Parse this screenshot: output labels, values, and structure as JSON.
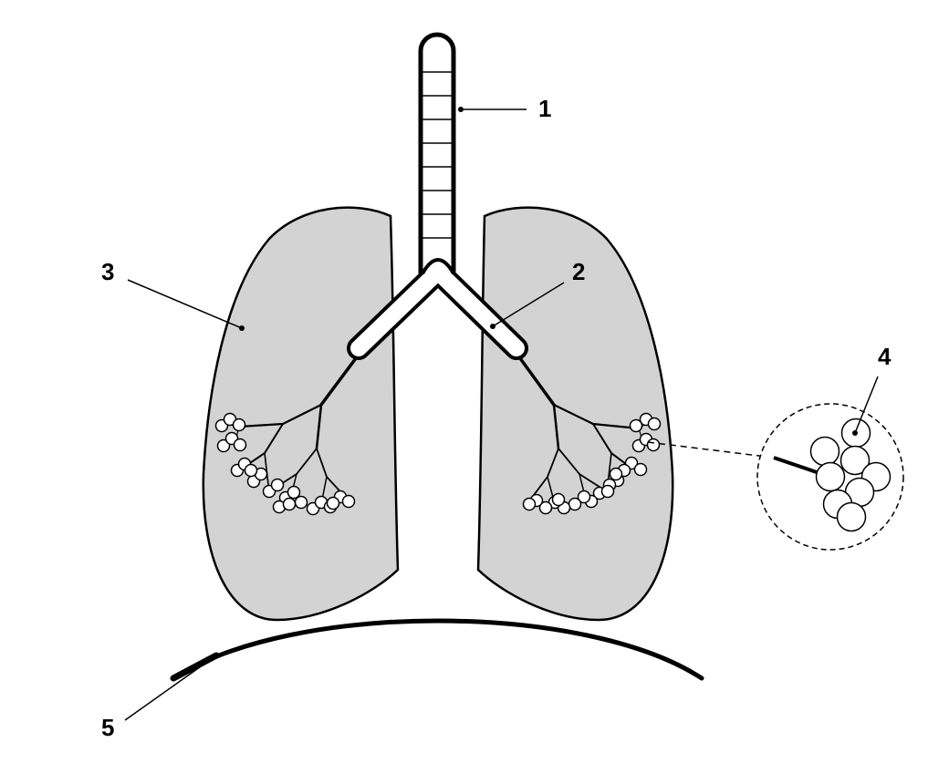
{
  "diagram": {
    "colors": {
      "stroke": "#000000",
      "lung_fill": "#d3d3d3",
      "background": "#ffffff",
      "alveolus_fill": "#ffffff"
    },
    "labels": {
      "trachea": "1",
      "bronchus": "2",
      "lung": "3",
      "alveolus": "4",
      "diaphragm": "5"
    }
  }
}
